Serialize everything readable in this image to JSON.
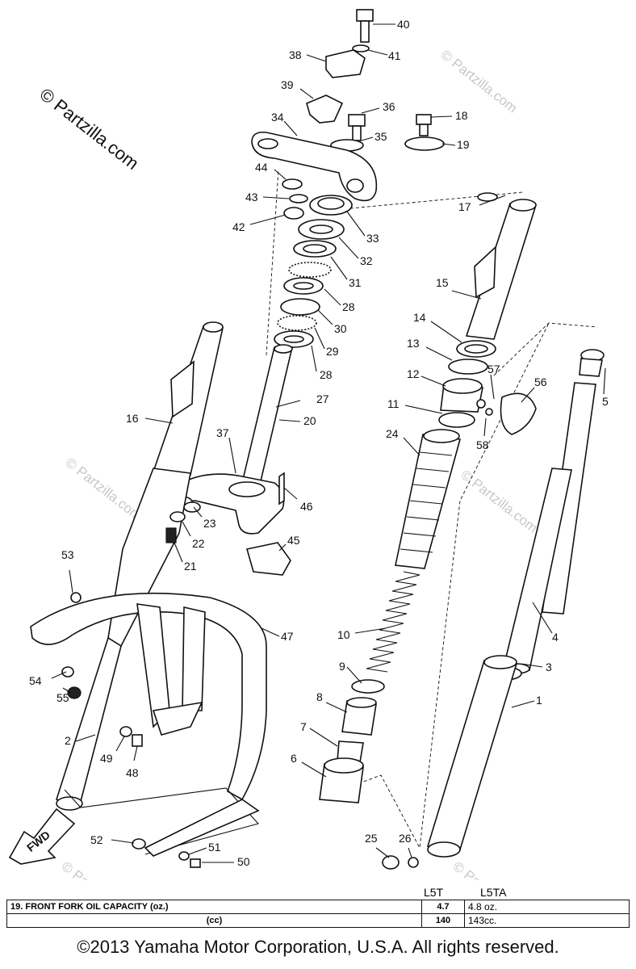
{
  "watermark": "© Partzilla.com",
  "parts": [
    {
      "id": "40",
      "label": "40"
    },
    {
      "id": "41",
      "label": "41"
    },
    {
      "id": "38",
      "label": "38"
    },
    {
      "id": "39",
      "label": "39"
    },
    {
      "id": "36",
      "label": "36"
    },
    {
      "id": "18",
      "label": "18"
    },
    {
      "id": "34",
      "label": "34"
    },
    {
      "id": "35",
      "label": "35"
    },
    {
      "id": "19",
      "label": "19"
    },
    {
      "id": "44",
      "label": "44"
    },
    {
      "id": "43",
      "label": "43"
    },
    {
      "id": "42",
      "label": "42"
    },
    {
      "id": "17",
      "label": "17"
    },
    {
      "id": "33",
      "label": "33"
    },
    {
      "id": "32",
      "label": "32"
    },
    {
      "id": "31",
      "label": "31"
    },
    {
      "id": "15",
      "label": "15"
    },
    {
      "id": "28a",
      "label": "28"
    },
    {
      "id": "30",
      "label": "30"
    },
    {
      "id": "29",
      "label": "29"
    },
    {
      "id": "28b",
      "label": "28"
    },
    {
      "id": "27",
      "label": "27"
    },
    {
      "id": "14",
      "label": "14"
    },
    {
      "id": "13",
      "label": "13"
    },
    {
      "id": "12",
      "label": "12"
    },
    {
      "id": "57",
      "label": "57"
    },
    {
      "id": "56",
      "label": "56"
    },
    {
      "id": "5",
      "label": "5"
    },
    {
      "id": "11",
      "label": "11"
    },
    {
      "id": "58",
      "label": "58"
    },
    {
      "id": "16",
      "label": "16"
    },
    {
      "id": "20",
      "label": "20"
    },
    {
      "id": "37",
      "label": "37"
    },
    {
      "id": "24",
      "label": "24"
    },
    {
      "id": "46",
      "label": "46"
    },
    {
      "id": "23",
      "label": "23"
    },
    {
      "id": "22",
      "label": "22"
    },
    {
      "id": "21",
      "label": "21"
    },
    {
      "id": "45",
      "label": "45"
    },
    {
      "id": "53",
      "label": "53"
    },
    {
      "id": "10",
      "label": "10"
    },
    {
      "id": "47",
      "label": "47"
    },
    {
      "id": "4",
      "label": "4"
    },
    {
      "id": "3",
      "label": "3"
    },
    {
      "id": "54",
      "label": "54"
    },
    {
      "id": "55",
      "label": "55"
    },
    {
      "id": "9",
      "label": "9"
    },
    {
      "id": "8",
      "label": "8"
    },
    {
      "id": "1",
      "label": "1"
    },
    {
      "id": "2",
      "label": "2"
    },
    {
      "id": "7",
      "label": "7"
    },
    {
      "id": "49",
      "label": "49"
    },
    {
      "id": "48",
      "label": "48"
    },
    {
      "id": "6",
      "label": "6"
    },
    {
      "id": "25",
      "label": "25"
    },
    {
      "id": "26",
      "label": "26"
    },
    {
      "id": "52",
      "label": "52"
    },
    {
      "id": "51",
      "label": "51"
    },
    {
      "id": "50",
      "label": "50"
    }
  ],
  "fwd_label": "FWD",
  "spec": {
    "model_1": "L5T",
    "model_2": "L5TA",
    "rows": [
      {
        "desc": "19.   FRONT FORK OIL CAPACITY (oz.)",
        "v1": "4.7",
        "v2": "4.8 oz."
      },
      {
        "desc": "(cc)",
        "v1": "140",
        "v2": "143cc."
      }
    ]
  },
  "copyright": "©2013  Yamaha Motor Corporation, U.S.A. All rights reserved."
}
